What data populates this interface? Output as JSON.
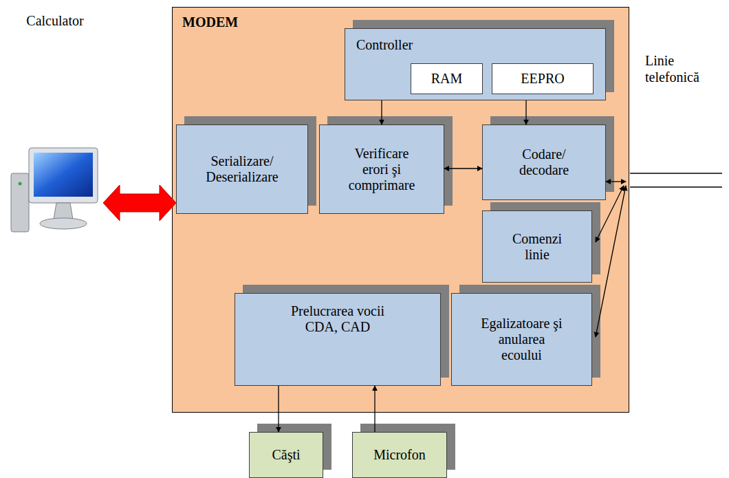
{
  "diagram": {
    "nodes": [
      {
        "text": [
          "Calculator"
        ]
      },
      {
        "text": [
          "MODEM"
        ]
      },
      {
        "text": [
          "Controller"
        ],
        "in": 1
      },
      {
        "text": [
          "RAM"
        ],
        "in": 2
      },
      {
        "text": [
          "EEPRO"
        ],
        "in": 2
      },
      {
        "text": [
          "Serializare/ Deserializare"
        ],
        "in": 1
      },
      {
        "text": [
          "Verificare erori şi comprimare"
        ],
        "in": 1
      },
      {
        "text": [
          "Codare/ decodare"
        ],
        "in": 1
      },
      {
        "text": [
          "Comenzi linie"
        ],
        "in": 1
      },
      {
        "text": [
          "Prelucrarea vocii CDA, CAD"
        ],
        "in": 1
      },
      {
        "text": [
          "Egalizatoare şi anularea ecoului"
        ],
        "in": 1
      },
      {
        "text": [
          "Căşti"
        ]
      },
      {
        "text": [
          "Microfon"
        ]
      }
    ],
    "edges": [
      {
        "from": 0,
        "to": 5,
        "arrow": "both"
      },
      {
        "from": 2,
        "to": 6,
        "arrow": "to"
      },
      {
        "from": 2,
        "to": 7,
        "arrow": "to"
      },
      {
        "from": 6,
        "to": 7,
        "arrow": "both"
      },
      {
        "from": 9,
        "to": 11,
        "arrow": "to"
      },
      {
        "from": 12,
        "to": 9,
        "arrow": "to"
      }
    ],
    "labels": [
      "Linie telefonică"
    ]
  }
}
